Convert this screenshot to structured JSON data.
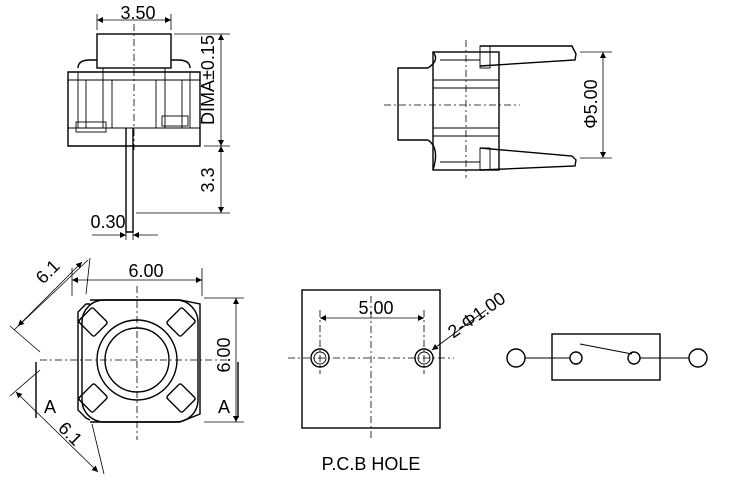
{
  "side_view": {
    "width_dim": "3.50",
    "height_dim": "DIMA±0.15",
    "lead_length_dim": "3.3",
    "lead_width_dim": "0.30"
  },
  "top_view": {
    "diameter_dim": "Φ5.00"
  },
  "plan_view": {
    "diag_top_dim": "6.1",
    "diag_bottom_dim": "6.1",
    "width_dim": "6.00",
    "height_dim": "6.00",
    "section_left": "A",
    "section_right": "A"
  },
  "pcb_hole": {
    "spacing_dim": "5.00",
    "hole_dim": "2-Φ1.00",
    "caption": "P.C.B HOLE"
  },
  "schematic": {
    "symbol": "switch-normally-open"
  }
}
